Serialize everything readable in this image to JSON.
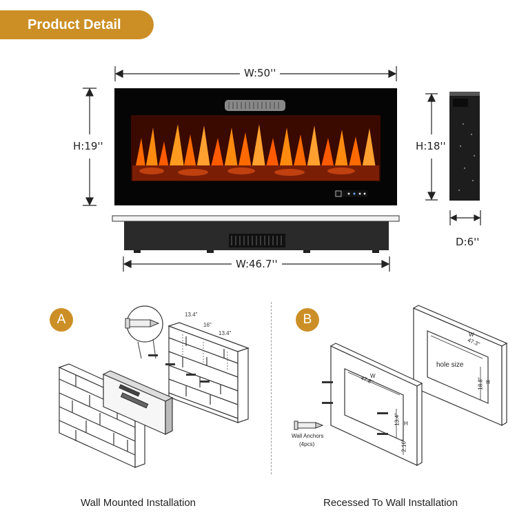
{
  "header": {
    "badge_label": "Product Detail"
  },
  "dimensions": {
    "width_top": "W:50''",
    "height_left": "H:19''",
    "height_right": "H:18''",
    "depth": "D:6''",
    "width_bottom": "W:46.7''"
  },
  "section_a": {
    "marker": "A",
    "caption": "Wall Mounted Installation",
    "measure_1": "13.4\"",
    "measure_2": "16\"",
    "measure_3": "13.4\""
  },
  "section_b": {
    "marker": "B",
    "caption": "Recessed To Wall Installation",
    "hole_size": "hole size",
    "w_letter_1": "W",
    "w_value_1": "47.3\"",
    "h_letter_1": "H",
    "h_value_1": "18.8\"",
    "w_letter_2": "W",
    "w_value_2": "47.8\"",
    "h_letter_2": "H",
    "h_value_2": "13.4\"",
    "side_value": "2.16\"",
    "anchors_label": "Wall Anchors",
    "anchors_count": "(4pcs)"
  },
  "colors": {
    "accent": "#cc8f26",
    "frame": "#000000",
    "flame": "#ff7a10"
  }
}
